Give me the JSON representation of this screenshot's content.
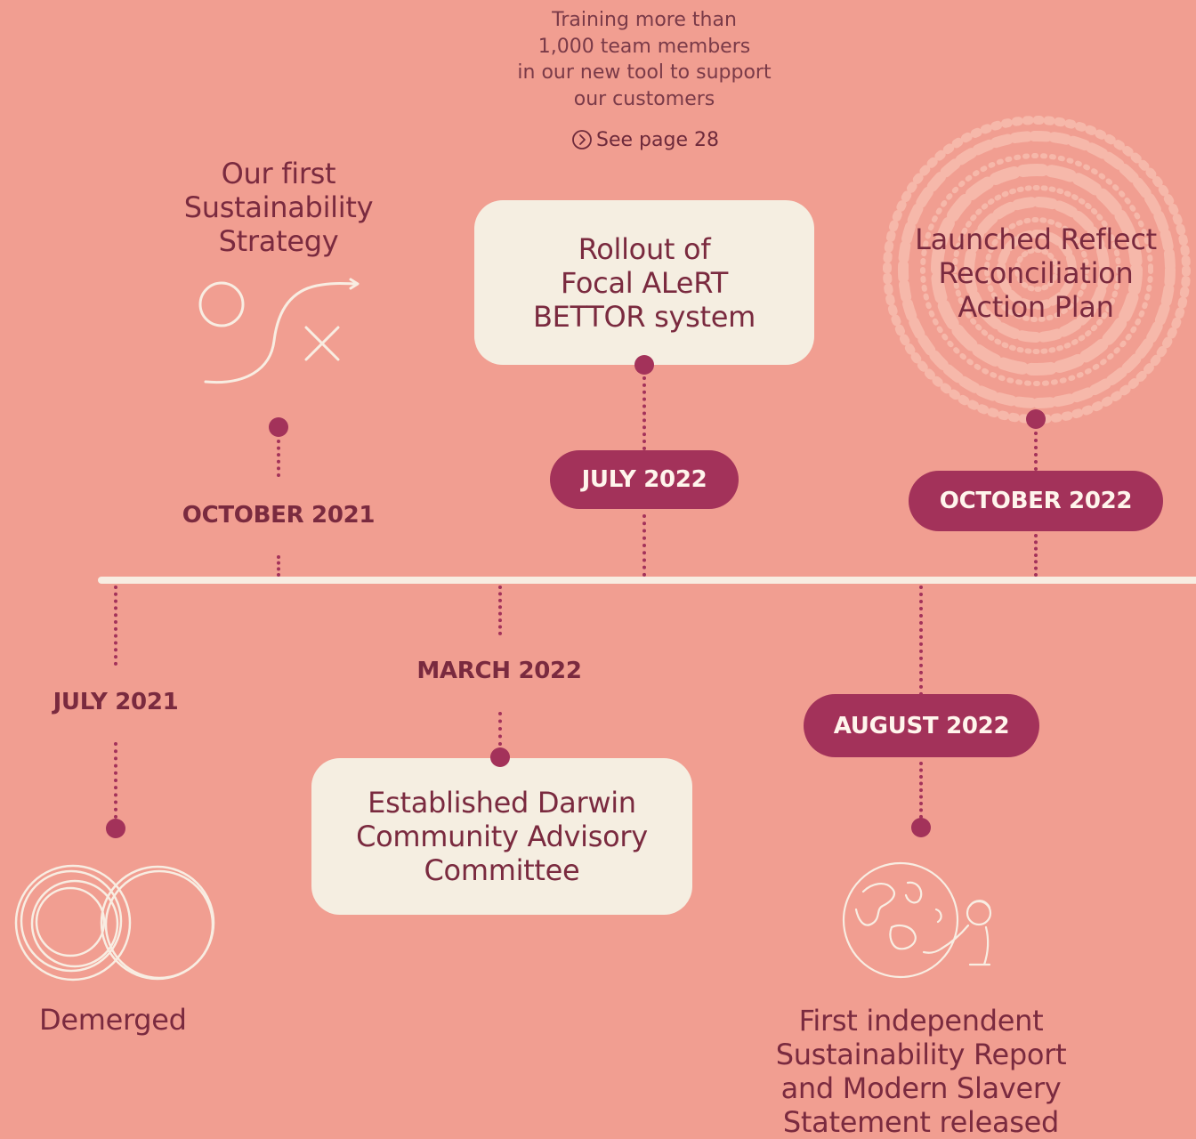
{
  "note": {
    "lines": [
      "Training more than",
      "1,000 team members",
      "in our new tool to support",
      "our customers"
    ],
    "link_label": "See page 28",
    "link_icon": "circle-chevron-right-icon"
  },
  "events": {
    "oct2021": {
      "title_lines": [
        "Our first",
        "Sustainability",
        "Strategy"
      ],
      "date": "OCTOBER 2021",
      "icon": "strategy-play-sketch-icon"
    },
    "jul2022": {
      "title_lines": [
        "Rollout of",
        "Focal ALeRT",
        "BETTOR system"
      ],
      "date": "JULY 2022"
    },
    "oct2022": {
      "title_lines": [
        "Launched Reflect",
        "Reconciliation",
        "Action Plan"
      ],
      "date": "OCTOBER 2022",
      "icon": "aboriginal-dot-art-circle-icon"
    },
    "jul2021": {
      "title": "Demerged",
      "date": "JULY 2021",
      "icon": "overlapping-circles-icon"
    },
    "mar2022": {
      "title_lines": [
        "Established Darwin",
        "Community Advisory",
        "Committee"
      ],
      "date": "MARCH 2022"
    },
    "aug2022": {
      "title_lines": [
        "First independent",
        "Sustainability Report",
        "and Modern Slavery",
        "Statement released"
      ],
      "date": "AUGUST 2022",
      "icon": "person-hugging-globe-icon"
    }
  },
  "colors": {
    "background": "#F19E91",
    "accent": "#A3325A",
    "card": "#F5EEE1",
    "text": "#7A2A3F",
    "line": "#F8EDE2"
  }
}
